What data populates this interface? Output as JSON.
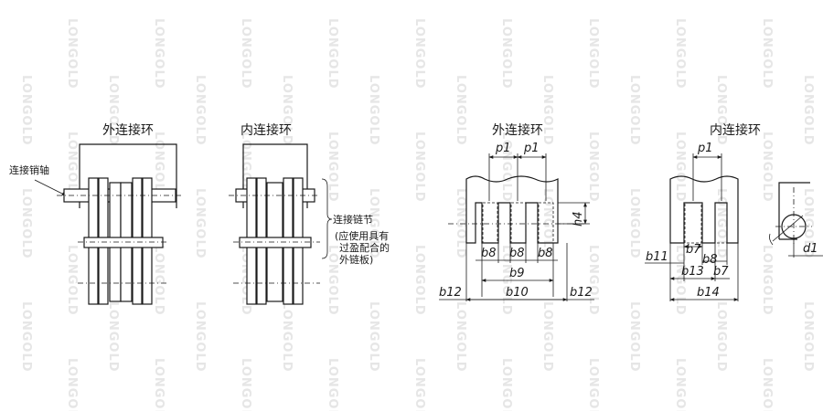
{
  "watermark": "LONGOLD",
  "diagram": {
    "titles": {
      "outer_link_1": "外连接环",
      "inner_link_1": "内连接环",
      "outer_link_2": "外连接环",
      "inner_link_2": "内连接环"
    },
    "labels": {
      "connecting_pin": "连接销轴",
      "connecting_link": "连接链节",
      "note_line1": "(应使用具有",
      "note_line2": "过盈配合的",
      "note_line3": "外链板)"
    },
    "dimensions": {
      "p1_a": "p1",
      "p1_b": "p1",
      "p1_c": "p1",
      "h4": "h4",
      "b8_a": "b8",
      "b8_b": "b8",
      "b8_c": "b8",
      "b9": "b9",
      "b10": "b10",
      "b12_left": "b12",
      "b12_right": "b12",
      "b7_a": "b7",
      "b8_d": "b8",
      "b11": "b11",
      "b13": "b13",
      "b7_b": "b7",
      "b14": "b14",
      "d1": "d1"
    }
  }
}
